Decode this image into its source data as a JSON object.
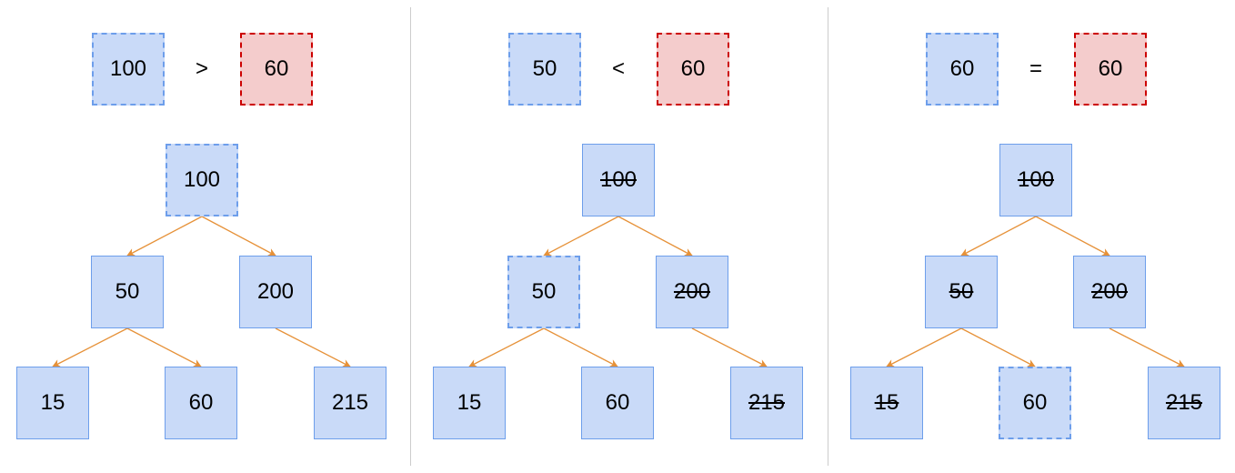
{
  "colors": {
    "node_fill": "#c9daf8",
    "node_border": "#6d9eeb",
    "target_fill": "#f4cccc",
    "target_border": "#cc0000",
    "edge": "#e69138",
    "divider": "#cccccc"
  },
  "panels": [
    {
      "compare": {
        "current": "100",
        "operator": ">",
        "target": "60"
      },
      "nodes": {
        "n100": {
          "label": "100",
          "struck": false,
          "current": true
        },
        "n50": {
          "label": "50",
          "struck": false,
          "current": false
        },
        "n200": {
          "label": "200",
          "struck": false,
          "current": false
        },
        "n15": {
          "label": "15",
          "struck": false,
          "current": false
        },
        "n60": {
          "label": "60",
          "struck": false,
          "current": false
        },
        "n215": {
          "label": "215",
          "struck": false,
          "current": false
        }
      }
    },
    {
      "compare": {
        "current": "50",
        "operator": "<",
        "target": "60"
      },
      "nodes": {
        "n100": {
          "label": "100",
          "struck": true,
          "current": false
        },
        "n50": {
          "label": "50",
          "struck": false,
          "current": true
        },
        "n200": {
          "label": "200",
          "struck": true,
          "current": false
        },
        "n15": {
          "label": "15",
          "struck": false,
          "current": false
        },
        "n60": {
          "label": "60",
          "struck": false,
          "current": false
        },
        "n215": {
          "label": "215",
          "struck": true,
          "current": false
        }
      }
    },
    {
      "compare": {
        "current": "60",
        "operator": "=",
        "target": "60"
      },
      "nodes": {
        "n100": {
          "label": "100",
          "struck": true,
          "current": false
        },
        "n50": {
          "label": "50",
          "struck": true,
          "current": false
        },
        "n200": {
          "label": "200",
          "struck": true,
          "current": false
        },
        "n15": {
          "label": "15",
          "struck": true,
          "current": false
        },
        "n60": {
          "label": "60",
          "struck": false,
          "current": true
        },
        "n215": {
          "label": "215",
          "struck": true,
          "current": false
        }
      }
    }
  ]
}
